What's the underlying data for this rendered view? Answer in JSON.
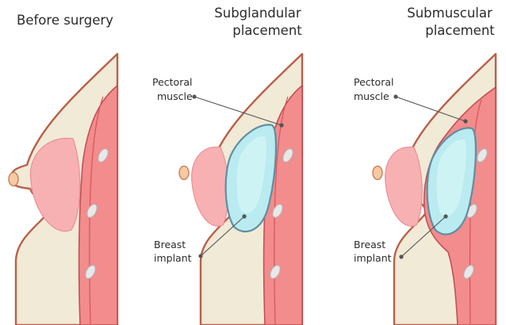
{
  "panels": [
    {
      "title_lines": [
        "Before surgery"
      ]
    },
    {
      "title_lines": [
        "Subglandular",
        "placement"
      ]
    },
    {
      "title_lines": [
        "Submuscular",
        "placement"
      ]
    }
  ],
  "labels": {
    "pectoral_muscle": [
      "Pectoral",
      "muscle"
    ],
    "breast_implant": [
      "Breast",
      "implant"
    ]
  },
  "colors": {
    "skin": "#f1ead7",
    "skin_outline": "#b9604a",
    "gland": "#f8b1b3",
    "muscle": "#f28c8d",
    "implant": "#b9ebf0",
    "implant_outline": "#5f8fa1"
  }
}
